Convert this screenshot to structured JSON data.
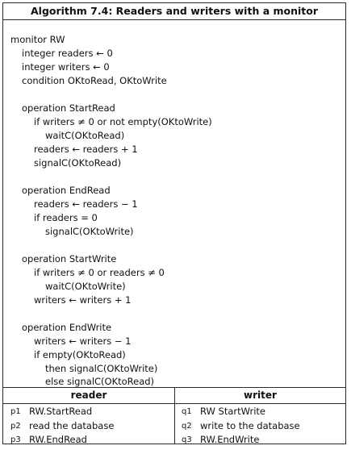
{
  "algorithm": {
    "title": "Algorithm 7.4: Readers and writers with a monitor",
    "code_lines": [
      "monitor RW",
      "integer readers ← 0",
      "integer writers ← 0",
      "condition OKtoRead, OKtoWrite",
      "operation StartRead",
      "if writers ≠ 0 or not empty(OKtoWrite)",
      "waitC(OKtoRead)",
      "readers ← readers + 1",
      "signalC(OKtoRead)",
      "operation EndRead",
      "readers ← readers − 1",
      "if readers = 0",
      "signalC(OKtoWrite)",
      "operation StartWrite",
      "if writers ≠ 0 or readers ≠ 0",
      "waitC(OKtoWrite)",
      "writers ← writers + 1",
      "operation EndWrite",
      "writers ← writers − 1",
      "if empty(OKtoRead)",
      "then signalC(OKtoWrite)",
      "else signalC(OKtoRead)"
    ],
    "reader": {
      "header": "reader",
      "lines": [
        {
          "label": "p1",
          "text": "RW.StartRead"
        },
        {
          "label": "p2",
          "text": "read the database"
        },
        {
          "label": "p3",
          "text": "RW.EndRead"
        }
      ]
    },
    "writer": {
      "header": "writer",
      "lines": [
        {
          "label": "q1",
          "text": "RW StartWrite"
        },
        {
          "label": "q2",
          "text": "write to the database"
        },
        {
          "label": "q3",
          "text": "RW.EndWrite"
        }
      ]
    }
  }
}
